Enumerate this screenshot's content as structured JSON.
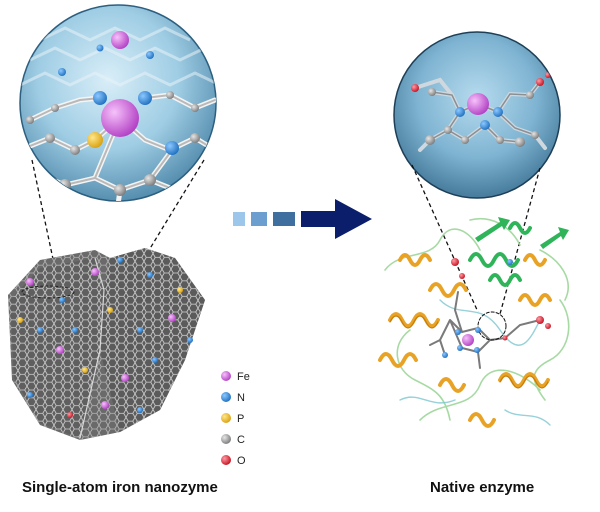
{
  "captions": {
    "left": "Single-atom iron nanozyme",
    "right": "Native enzyme"
  },
  "legend": [
    {
      "symbol": "Fe",
      "color": "#d45fe0"
    },
    {
      "symbol": "N",
      "color": "#2f8fe0"
    },
    {
      "symbol": "P",
      "color": "#f3c42a"
    },
    {
      "symbol": "C",
      "color": "#8a8a8a"
    },
    {
      "symbol": "O",
      "color": "#e3273a"
    }
  ],
  "colors": {
    "sphere": "#8fc3df",
    "arrow": "#0b1e6b",
    "arrow_blocks": [
      "#9cc7ea",
      "#6c9ecf",
      "#3f6f9f"
    ],
    "helix_orange": "#e8a326",
    "helix_green": "#2fb45a"
  }
}
